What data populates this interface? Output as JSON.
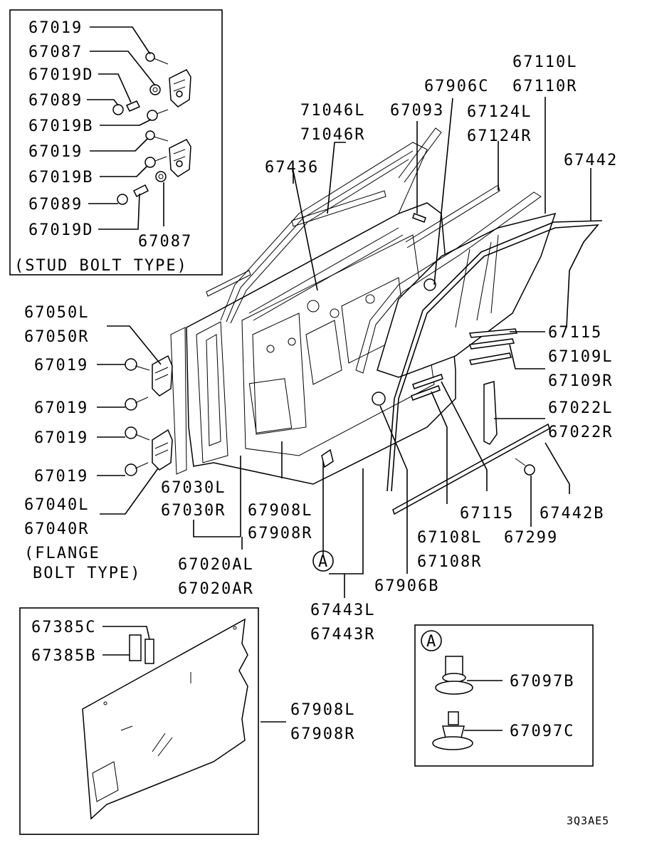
{
  "labels": {
    "l67019a": "67019",
    "l67087a": "67087",
    "l67019Da": "67019D",
    "l67089a": "67089",
    "l67019Ba": "67019B",
    "l67019b": "67019",
    "l67019Bb": "67019B",
    "l67089b": "67089",
    "l67019Db": "67019D",
    "l67087b": "67087",
    "studBolt": "(STUD BOLT TYPE)",
    "l67050L": "67050L",
    "l67050R": "67050R",
    "l67019c": "67019",
    "l67019d": "67019",
    "l67019e": "67019",
    "l67019f": "67019",
    "l67040L": "67040L",
    "l67040R": "67040R",
    "flange1": "(FLANGE",
    "flange2": "BOLT TYPE)",
    "l67030L": "67030L",
    "l67030R": "67030R",
    "l67020AL": "67020AL",
    "l67020AR": "67020AR",
    "l71046L": "71046L",
    "l71046R": "71046R",
    "l67436": "67436",
    "l67093": "67093",
    "l67906C": "67906C",
    "l67110L": "67110L",
    "l67110R": "67110R",
    "l67124L": "67124L",
    "l67124R": "67124R",
    "l67442": "67442",
    "l67115a": "67115",
    "l67109L": "67109L",
    "l67109R": "67109R",
    "l67022L": "67022L",
    "l67022R": "67022R",
    "l67442B": "67442B",
    "l67299": "67299",
    "l67115b": "67115",
    "l67108L": "67108L",
    "l67108R": "67108R",
    "l67906B": "67906B",
    "l67908La": "67908L",
    "l67908Ra": "67908R",
    "circleA1": "A",
    "l67443L": "67443L",
    "l67443R": "67443R",
    "l67385C": "67385C",
    "l67385B": "67385B",
    "l67908Lb": "67908L",
    "l67908Rb": "67908R",
    "circleA2": "A",
    "l67097B": "67097B",
    "l67097C": "67097C",
    "code": "3Q3AE5"
  }
}
